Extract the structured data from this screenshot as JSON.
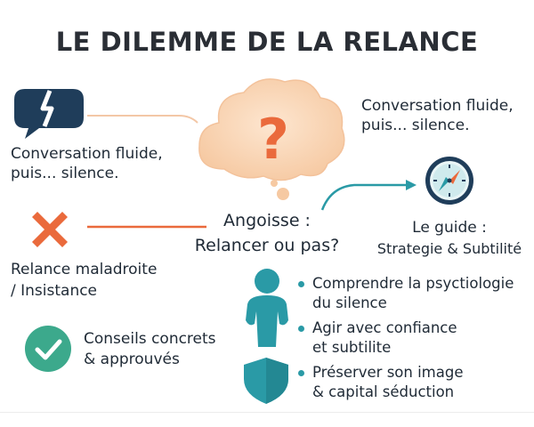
{
  "title": "LE DILEMME DE LA RELANCE",
  "left_top_text": "Conversation fluide,\npuis... silence.",
  "right_top_text": "Conversation fluide,\npuis... silence.",
  "center_line1": "Angoisse :",
  "center_line2": "Relancer ou pas?",
  "guide_line1": "Le guide :",
  "guide_line2": "Strategie & Subtilité",
  "left_mid_text": "Relance maladroite\n/ Insistance",
  "left_bottom_text": "Conseils concrets\n& approuvés",
  "bullets": [
    "Comprendre la psyctiologie\ndu silence",
    "Agir avec confiance\net subtilite",
    "Préserver son image\n& capital séduction"
  ],
  "question_mark": "?",
  "icons": {
    "left_top": "broken-speech-bubble-icon",
    "center": "question-cloud-icon",
    "guide": "compass-icon",
    "left_mid": "cross-icon",
    "left_bottom": "check-icon",
    "person": "person-silhouette-icon",
    "shield": "shield-icon"
  },
  "colors": {
    "navy": "#1f3d5a",
    "orange": "#ea6a3c",
    "teal": "#2a9aa6",
    "peach": "#f9d3b0",
    "green": "#3ca98c"
  }
}
